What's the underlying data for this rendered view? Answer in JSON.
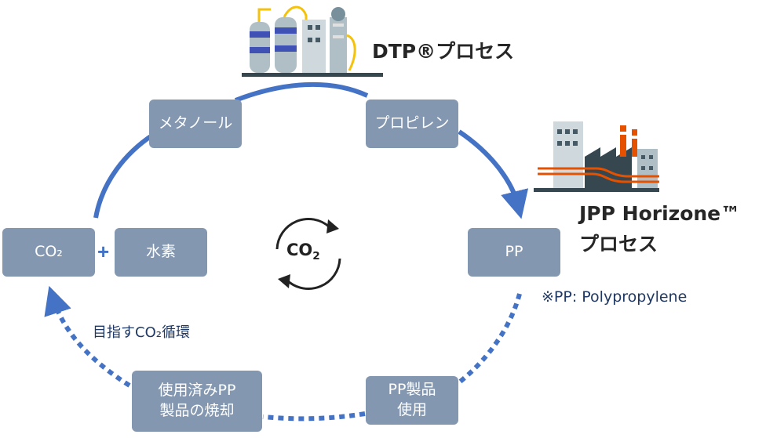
{
  "nodes": {
    "methanol": "メタノール",
    "propylene": "プロピレン",
    "co2": "CO₂",
    "hydrogen": "水素",
    "pp": "PP",
    "pp_products_use": "PP製品\n使用",
    "incineration": "使用済みPP\n製品の焼却"
  },
  "plus_sign": "+",
  "center_symbol": {
    "text": "CO",
    "subscript": "2"
  },
  "process_labels": {
    "dtp": "DTP®プロセス",
    "jpp_line1": "JPP Horizone™",
    "jpp_line2": "プロセス"
  },
  "note": "※PP: Polypropylene",
  "cycle_goal": "目指すCO₂循環",
  "colors": {
    "node_fill": "#8497b0",
    "node_text": "#ffffff",
    "arrow": "#4472c4",
    "goal_text": "#1f3864"
  },
  "icons": [
    "chemical-plant-icon",
    "factory-icon",
    "co2-recycle-icon"
  ]
}
